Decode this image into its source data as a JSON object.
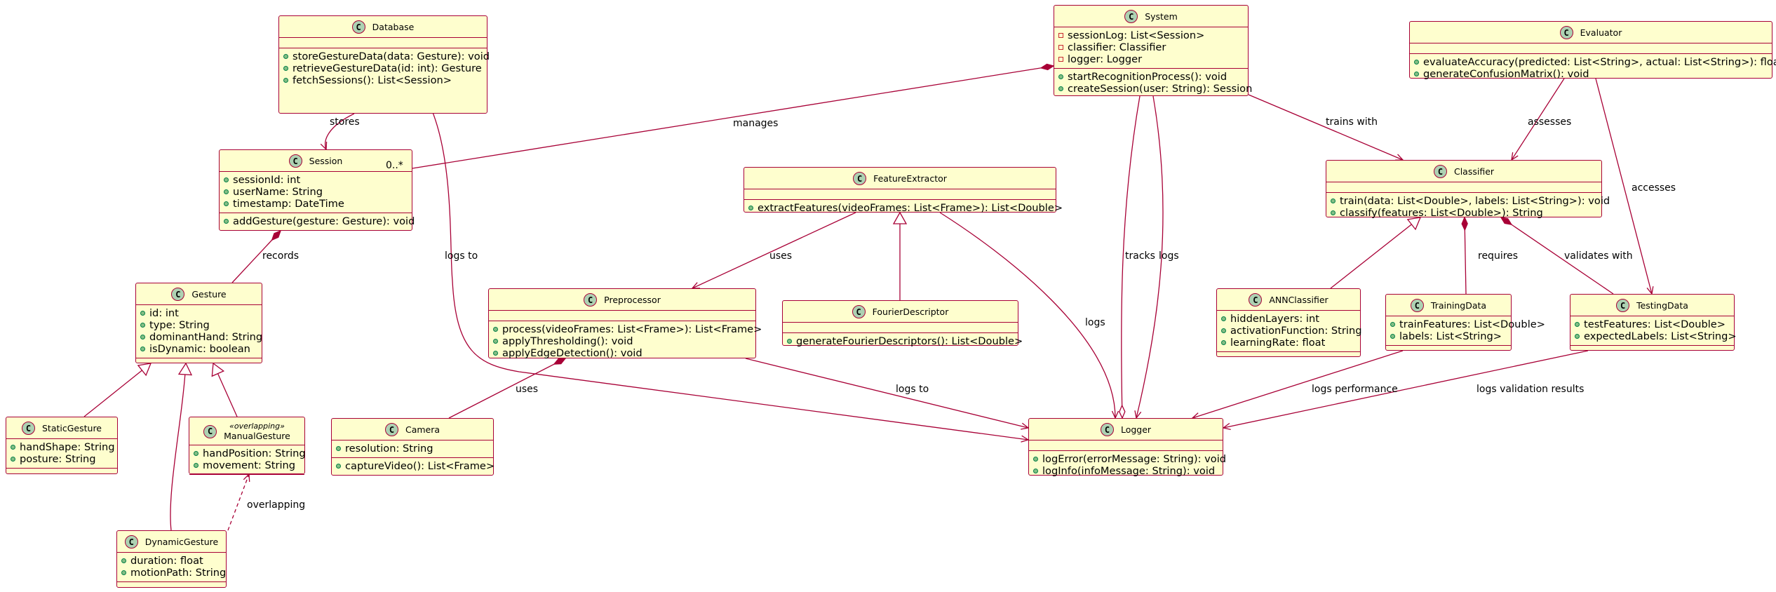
{
  "classes": {
    "database": {
      "name": "Database",
      "attributes": [],
      "methods": [
        {
          "vis": "public",
          "text": "storeGestureData(data: Gesture): void"
        },
        {
          "vis": "public",
          "text": "retrieveGestureData(id: int): Gesture"
        },
        {
          "vis": "public",
          "text": "fetchSessions(): List<Session>"
        }
      ]
    },
    "system": {
      "name": "System",
      "attributes": [
        {
          "vis": "private",
          "text": "sessionLog: List<Session>"
        },
        {
          "vis": "private",
          "text": "classifier: Classifier"
        },
        {
          "vis": "private",
          "text": "logger: Logger"
        }
      ],
      "methods": [
        {
          "vis": "public",
          "text": "startRecognitionProcess(): void"
        },
        {
          "vis": "public",
          "text": "createSession(user: String): Session"
        }
      ]
    },
    "evaluator": {
      "name": "Evaluator",
      "attributes": [],
      "methods": [
        {
          "vis": "public",
          "text": "evaluateAccuracy(predicted: List<String>, actual: List<String>): float"
        },
        {
          "vis": "public",
          "text": "generateConfusionMatrix(): void"
        }
      ]
    },
    "session": {
      "name": "Session",
      "attributes": [
        {
          "vis": "public",
          "text": "sessionId: int"
        },
        {
          "vis": "public",
          "text": "userName: String"
        },
        {
          "vis": "public",
          "text": "timestamp: DateTime"
        }
      ],
      "methods": [
        {
          "vis": "public",
          "text": "addGesture(gesture: Gesture): void"
        }
      ]
    },
    "featureextractor": {
      "name": "FeatureExtractor",
      "attributes": [],
      "methods": [
        {
          "vis": "public",
          "text": "extractFeatures(videoFrames: List<Frame>): List<Double>"
        }
      ]
    },
    "classifier": {
      "name": "Classifier",
      "attributes": [],
      "methods": [
        {
          "vis": "public",
          "text": "train(data: List<Double>, labels: List<String>): void"
        },
        {
          "vis": "public",
          "text": "classify(features: List<Double>): String"
        }
      ]
    },
    "gesture": {
      "name": "Gesture",
      "attributes": [
        {
          "vis": "public",
          "text": "id: int"
        },
        {
          "vis": "public",
          "text": "type: String"
        },
        {
          "vis": "public",
          "text": "dominantHand: String"
        },
        {
          "vis": "public",
          "text": "isDynamic: boolean"
        }
      ],
      "methods": []
    },
    "preprocessor": {
      "name": "Preprocessor",
      "attributes": [],
      "methods": [
        {
          "vis": "public",
          "text": "process(videoFrames: List<Frame>): List<Frame>"
        },
        {
          "vis": "public",
          "text": "applyThresholding(): void"
        },
        {
          "vis": "public",
          "text": "applyEdgeDetection(): void"
        }
      ]
    },
    "fourierdescriptor": {
      "name": "FourierDescriptor",
      "attributes": [],
      "methods": [
        {
          "vis": "public",
          "text": "generateFourierDescriptors(): List<Double>"
        }
      ]
    },
    "annclassifier": {
      "name": "ANNClassifier",
      "attributes": [
        {
          "vis": "public",
          "text": "hiddenLayers: int"
        },
        {
          "vis": "public",
          "text": "activationFunction: String"
        },
        {
          "vis": "public",
          "text": "learningRate: float"
        }
      ],
      "methods": []
    },
    "trainingdata": {
      "name": "TrainingData",
      "attributes": [
        {
          "vis": "public",
          "text": "trainFeatures: List<Double>"
        },
        {
          "vis": "public",
          "text": "labels: List<String>"
        }
      ],
      "methods": []
    },
    "testingdata": {
      "name": "TestingData",
      "attributes": [
        {
          "vis": "public",
          "text": "testFeatures: List<Double>"
        },
        {
          "vis": "public",
          "text": "expectedLabels: List<String>"
        }
      ],
      "methods": []
    },
    "staticgesture": {
      "name": "StaticGesture",
      "attributes": [
        {
          "vis": "public",
          "text": "handShape: String"
        },
        {
          "vis": "public",
          "text": "posture: String"
        }
      ],
      "methods": []
    },
    "manualgesture": {
      "name": "ManualGesture",
      "stereotype": "«overlapping»",
      "attributes": [
        {
          "vis": "public",
          "text": "handPosition: String"
        },
        {
          "vis": "public",
          "text": "movement: String"
        }
      ],
      "methods": []
    },
    "camera": {
      "name": "Camera",
      "attributes": [
        {
          "vis": "public",
          "text": "resolution: String"
        }
      ],
      "methods": [
        {
          "vis": "public",
          "text": "captureVideo(): List<Frame>"
        }
      ]
    },
    "logger": {
      "name": "Logger",
      "attributes": [],
      "methods": [
        {
          "vis": "public",
          "text": "logError(errorMessage: String): void"
        },
        {
          "vis": "public",
          "text": "logInfo(infoMessage: String): void"
        }
      ]
    },
    "dynamicgesture": {
      "name": "DynamicGesture",
      "attributes": [
        {
          "vis": "public",
          "text": "duration: float"
        },
        {
          "vis": "public",
          "text": "motionPath: String"
        }
      ],
      "methods": []
    }
  },
  "badge_letter": "C",
  "relations": [
    {
      "id": "db-session",
      "from": "database",
      "to": "session",
      "kind": "arrow",
      "label": "stores"
    },
    {
      "id": "system-session",
      "from": "system",
      "to": "session",
      "kind": "composition",
      "label": "manages",
      "to_multiplicity": "0..*"
    },
    {
      "id": "system-classifier",
      "from": "system",
      "to": "classifier",
      "kind": "arrow",
      "label": "trains with"
    },
    {
      "id": "evaluator-classifier",
      "from": "evaluator",
      "to": "classifier",
      "kind": "arrow",
      "label": "assesses"
    },
    {
      "id": "evaluator-testing",
      "from": "evaluator",
      "to": "testingdata",
      "kind": "arrow",
      "label": "accesses"
    },
    {
      "id": "session-gesture",
      "from": "session",
      "to": "gesture",
      "kind": "composition",
      "label": "records"
    },
    {
      "id": "db-logger",
      "from": "database",
      "to": "logger",
      "kind": "arrow",
      "label": "logs to"
    },
    {
      "id": "fe-pre",
      "from": "featureextractor",
      "to": "preprocessor",
      "kind": "arrow",
      "label": "uses"
    },
    {
      "id": "fourier-fe",
      "from": "fourierdescriptor",
      "to": "featureextractor",
      "kind": "inheritance",
      "label": ""
    },
    {
      "id": "fe-logger",
      "from": "featureextractor",
      "to": "logger",
      "kind": "arrow",
      "label": "logs"
    },
    {
      "id": "system-logger-tracks",
      "from": "system",
      "to": "logger",
      "kind": "aggregation",
      "label": "tracks"
    },
    {
      "id": "system-logger-logs",
      "from": "system",
      "to": "logger",
      "kind": "arrow",
      "label": "logs"
    },
    {
      "id": "ann-classifier",
      "from": "annclassifier",
      "to": "classifier",
      "kind": "inheritance",
      "label": ""
    },
    {
      "id": "classifier-training",
      "from": "classifier",
      "to": "trainingdata",
      "kind": "composition",
      "label": "requires"
    },
    {
      "id": "classifier-testing",
      "from": "classifier",
      "to": "testingdata",
      "kind": "composition",
      "label": "validates with"
    },
    {
      "id": "pre-camera",
      "from": "preprocessor",
      "to": "camera",
      "kind": "composition",
      "label": "uses"
    },
    {
      "id": "pre-logger",
      "from": "preprocessor",
      "to": "logger",
      "kind": "arrow",
      "label": "logs to"
    },
    {
      "id": "training-logger",
      "from": "trainingdata",
      "to": "logger",
      "kind": "arrow",
      "label": "logs performance"
    },
    {
      "id": "testing-logger",
      "from": "testingdata",
      "to": "logger",
      "kind": "arrow",
      "label": "logs validation results"
    },
    {
      "id": "static-gesture",
      "from": "staticgesture",
      "to": "gesture",
      "kind": "inheritance",
      "label": ""
    },
    {
      "id": "manual-gesture",
      "from": "manualgesture",
      "to": "gesture",
      "kind": "inheritance",
      "label": ""
    },
    {
      "id": "dynamic-gesture",
      "from": "dynamicgesture",
      "to": "gesture",
      "kind": "inheritance",
      "label": ""
    },
    {
      "id": "dynamic-manual",
      "from": "dynamicgesture",
      "to": "manualgesture",
      "kind": "dependency",
      "label": "overlapping"
    }
  ]
}
